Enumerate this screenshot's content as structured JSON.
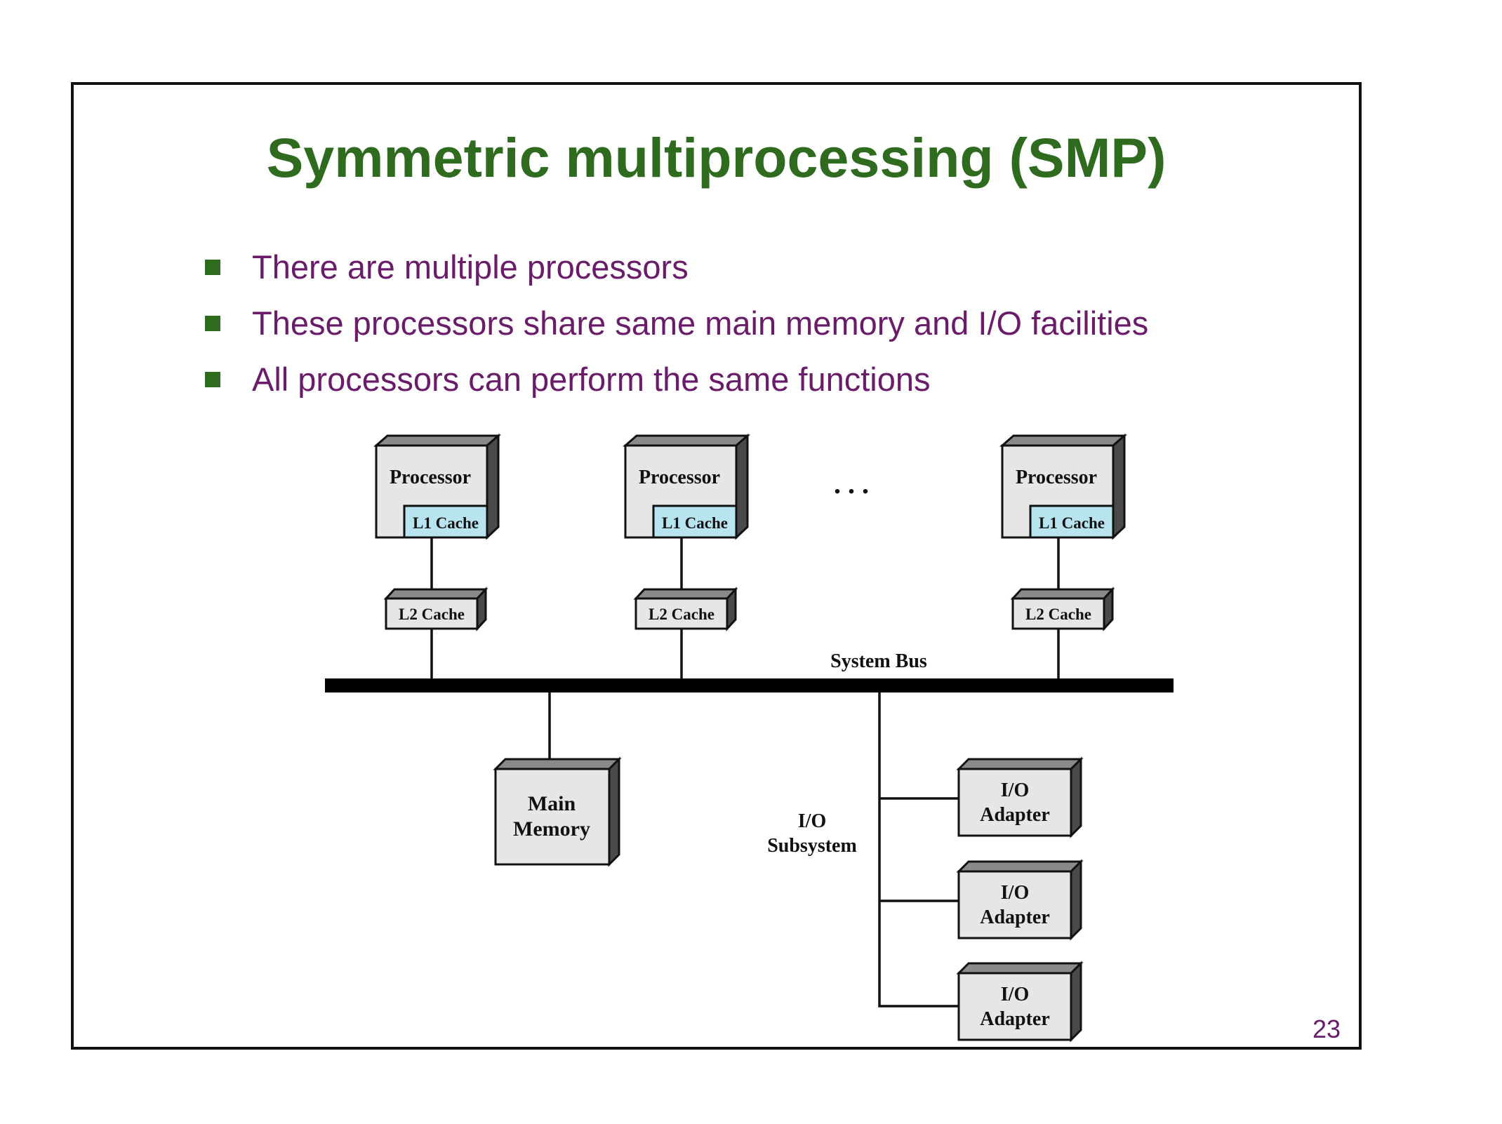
{
  "slide": {
    "title": "Symmetric multiprocessing (SMP)",
    "bullets": [
      "There are multiple processors",
      "These processors share same main memory and I/O facilities",
      "All processors can perform the same functions"
    ],
    "page_number": "23"
  },
  "diagram": {
    "processor_label": "Processor",
    "l1_label": "L1 Cache",
    "l2_label": "L2 Cache",
    "ellipsis": ". . .",
    "bus_label": "System Bus",
    "memory_label": [
      "Main",
      "Memory"
    ],
    "io_subsystem_label": [
      "I/O",
      "Subsystem"
    ],
    "io_adapter_label": [
      "I/O",
      "Adapter"
    ],
    "colors": {
      "box_fill": "#e6e6e6",
      "box_side": "#4a4a4a",
      "box_top": "#8a8a8a",
      "l1_fill": "#b8e4f0",
      "title_green": "#2e6b1e",
      "text_purple": "#6a1b6a"
    }
  }
}
